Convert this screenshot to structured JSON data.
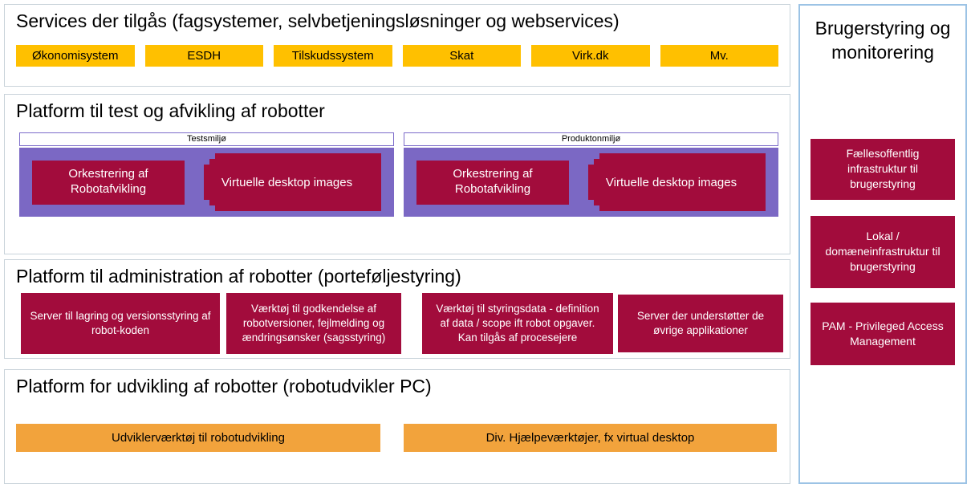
{
  "colors": {
    "chip_yellow": "#ffc000",
    "box_crimson": "#a20c3c",
    "env_purple": "#7b68c4",
    "env_label_border": "#7c6bc9",
    "dev_orange": "#f2a33c",
    "panel_border": "#c9d3da",
    "sidebar_border": "#9cc3e5"
  },
  "sections": {
    "services": {
      "title": "Services der tilgås (fagsystemer, selvbetjeningsløsninger og webservices)",
      "items": [
        "Økonomisystem",
        "ESDH",
        "Tilskudssystem",
        "Skat",
        "Virk.dk",
        "Mv."
      ]
    },
    "test": {
      "title": "Platform til test og afvikling af robotter",
      "environments": [
        {
          "label": "Testsmiljø",
          "orchestration": "Orkestrering af Robotafvikling",
          "virtual": "Virtuelle desktop images"
        },
        {
          "label": "Produktonmiljø",
          "orchestration": "Orkestrering af Robotafvikling",
          "virtual": "Virtuelle desktop images"
        }
      ]
    },
    "admin": {
      "title": "Platform til administration af robotter (porteføljestyring)",
      "boxes": [
        "Server til lagring og versionsstyring af robot-koden",
        "Værktøj til godkendelse af robotversioner, fejlmelding og ændringsønsker (sagsstyring)",
        "Værktøj til styringsdata - definition af data / scope ift robot opgaver. Kan tilgås af procesejere",
        "Server der understøtter de øvrige applikationer"
      ]
    },
    "dev": {
      "title": "Platform for udvikling af robotter (robotudvikler PC)",
      "boxes": [
        "Udviklerværktøj til robotudvikling",
        "Div. Hjælpeværktøjer, fx virtual desktop"
      ]
    }
  },
  "sidebar": {
    "title": "Brugerstyring og monitorering",
    "boxes": [
      "Fællesoffentlig infrastruktur til brugerstyring",
      "Lokal / domæneinfrastruktur til brugerstyring",
      "PAM - Privileged Access Management"
    ]
  }
}
